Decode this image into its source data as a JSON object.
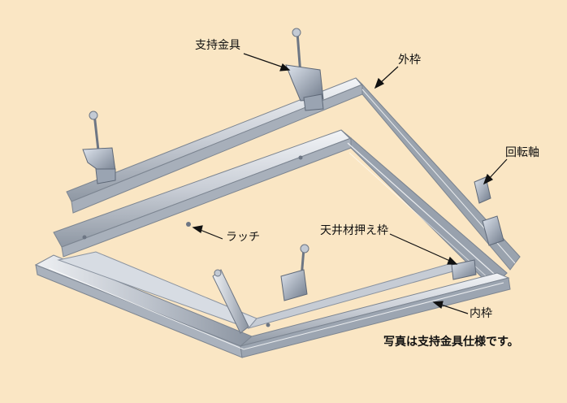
{
  "labels": {
    "support_bracket": "支持金具",
    "outer_frame": "外枠",
    "rotation_shaft": "回転軸",
    "latch": "ラッチ",
    "ceiling_holder": "天井材押え枠",
    "inner_frame": "内枠"
  },
  "caption": "写真は支持金具仕様です。",
  "colors": {
    "background": "#fae6c4",
    "metal_light": "#e4e8ee",
    "metal_mid": "#b9c0ca",
    "metal_dark": "#7f8894",
    "leader": "#111111"
  }
}
